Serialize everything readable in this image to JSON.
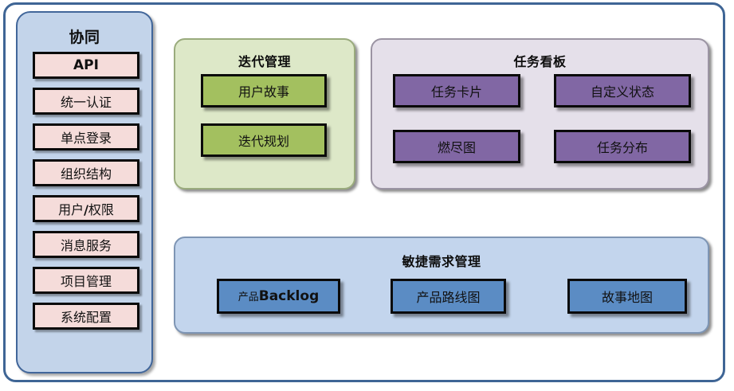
{
  "diagram": {
    "title_region": "collaboration-platform-architecture",
    "colors": {
      "frame_border": "#3f6595",
      "sidebar_bg": "#c3d4ea",
      "sidebar_border": "#41669a",
      "sidebar_item_bg": "#f5dcda",
      "iteration_panel_bg": "#dde8c8",
      "iteration_box_bg": "#a3c05f",
      "taskboard_panel_bg": "#e5e0ea",
      "taskboard_box_bg": "#8167a4",
      "agile_panel_bg": "#c3d5ed",
      "agile_box_bg": "#5b8cc4",
      "box_border": "#0a0a0a"
    }
  },
  "sidebar": {
    "title": "协同",
    "items": [
      {
        "label": "API",
        "bold": true
      },
      {
        "label": "统一认证",
        "bold": false
      },
      {
        "label": "单点登录",
        "bold": false
      },
      {
        "label": "组织结构",
        "bold": false
      },
      {
        "label": "用户/权限",
        "bold": false
      },
      {
        "label": "消息服务",
        "bold": false
      },
      {
        "label": "项目管理",
        "bold": false
      },
      {
        "label": "系统配置",
        "bold": false
      }
    ]
  },
  "iteration_panel": {
    "title": "迭代管理",
    "boxes": [
      {
        "label": "用户故事"
      },
      {
        "label": "迭代规划"
      }
    ]
  },
  "taskboard_panel": {
    "title": "任务看板",
    "boxes": [
      {
        "label": "任务卡片"
      },
      {
        "label": "自定义状态"
      },
      {
        "label": "燃尽图"
      },
      {
        "label": "任务分布"
      }
    ]
  },
  "agile_panel": {
    "title": "敏捷需求管理",
    "boxes": [
      {
        "label": "产品Backlog",
        "cjk": "产品",
        "latin": "Backlog"
      },
      {
        "label": "产品路线图"
      },
      {
        "label": "故事地图"
      }
    ]
  }
}
